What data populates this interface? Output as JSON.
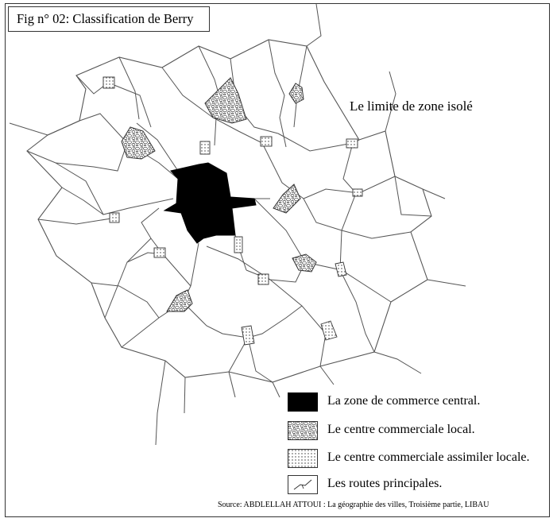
{
  "figure": {
    "title": "Fig n° 02: Classification de Berry",
    "zone_limit_note": "Le limite de zone isolé",
    "source": "Source: ABDLELLAH ATTOUI : La géographie des villes, Troisième partie, LIBAU"
  },
  "legend": [
    {
      "key": "central",
      "label": "La zone de commerce central."
    },
    {
      "key": "local",
      "label": "Le centre commerciale local."
    },
    {
      "key": "assimilated",
      "label": "Le centre commerciale assimiler locale."
    },
    {
      "key": "roads",
      "label": "Les routes principales."
    }
  ],
  "colors": {
    "ink": "#000000",
    "line": "#555555",
    "background": "#ffffff"
  }
}
